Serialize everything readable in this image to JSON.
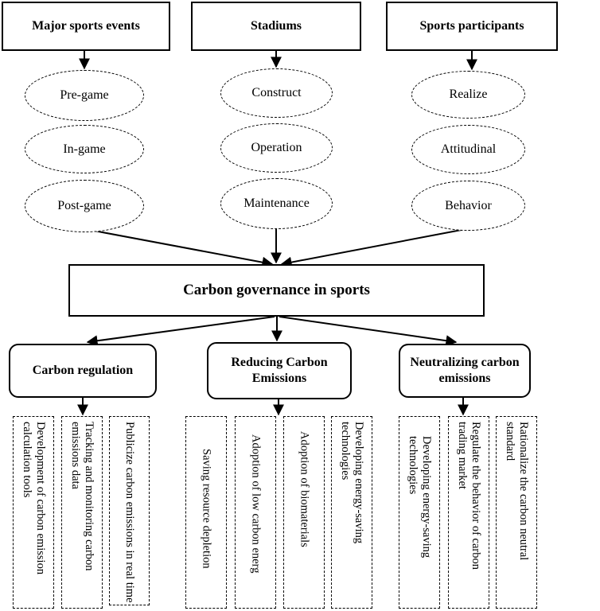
{
  "top_boxes": [
    "Major sports events",
    "Stadiums",
    "Sports participants"
  ],
  "phases": {
    "major_sports_events": [
      "Pre-game",
      "In-game",
      "Post-game"
    ],
    "stadiums": [
      "Construct",
      "Operation",
      "Maintenance"
    ],
    "sports_participants": [
      "Realize",
      "Attitudinal",
      "Behavior"
    ]
  },
  "central": "Carbon governance in sports",
  "strategies": [
    "Carbon regulation",
    "Reducing Carbon Emissions",
    "Neutralizing carbon emissions"
  ],
  "measures": {
    "carbon_regulation": [
      "Development of carbon emission calculation tools",
      "Tracking and monitoring carbon emissions data",
      "Publicize carbon emissions in real time"
    ],
    "reducing_carbon_emissions": [
      "Saving resource depletion",
      "Adoption of low carbon energ",
      "Adoption of biomaterials",
      "Developing energy-saving technologies"
    ],
    "neutralizing_carbon_emissions": [
      "Developing energy-saving technologies",
      "Regulate the behavior of carbon trading market",
      "Rationalize the carbon neutral standard"
    ]
  }
}
